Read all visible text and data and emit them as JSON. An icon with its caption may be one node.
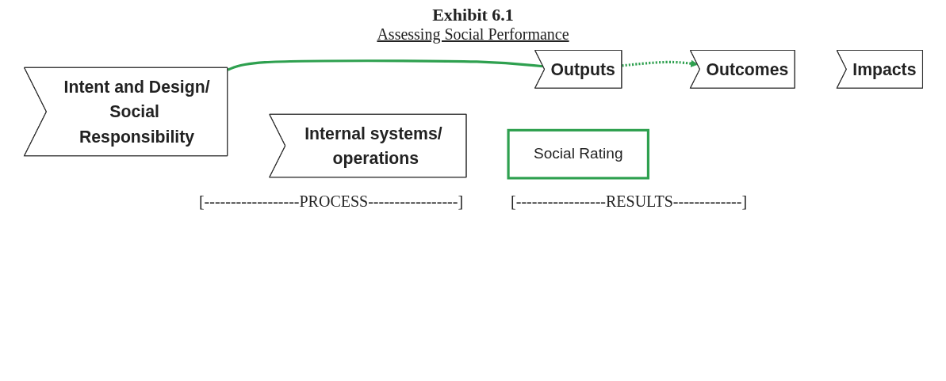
{
  "diagram": {
    "title": "Exhibit 6.1",
    "nodes": [
      {
        "text": [
          "Intent and Design/",
          "Social Responsibility"
        ]
      },
      {
        "text": [
          "Internal systems/ operations"
        ]
      },
      {
        "text": [
          "Outputs"
        ]
      },
      {
        "text": [
          "Outcomes"
        ]
      },
      {
        "text": [
          "Impacts"
        ]
      },
      {
        "text": [
          "Social Rating"
        ]
      }
    ],
    "edges": [
      {
        "from": 0,
        "to": 2,
        "arrow": "none",
        "color": "#2ea04f"
      },
      {
        "from": 2,
        "to": 3,
        "arrow": "to",
        "style": "dashed",
        "color": "#2ea04f"
      }
    ],
    "labels": [
      "Assessing Social Performance",
      "[------------------PROCESS-----------------]",
      "[-----------------RESULTS-------------]"
    ]
  }
}
